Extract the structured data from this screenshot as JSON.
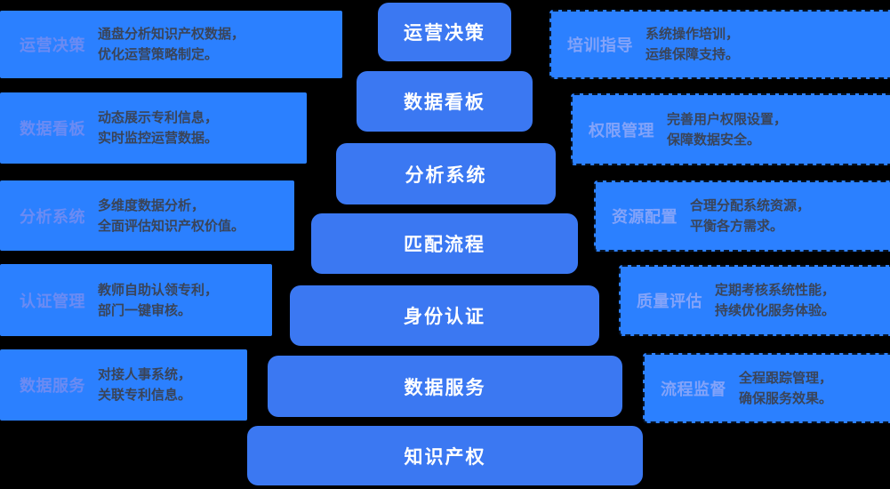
{
  "theme": {
    "bg": "#000000",
    "side_fill": "#2B80FF",
    "center_fill": "#3B78F2",
    "center_text": "#FFFFFF",
    "label_left": "#6B8BF3",
    "label_right": "#83A3F9",
    "body_text": "#3A4458",
    "dash_border": "rgba(0,0,0,0.85)"
  },
  "pyramid": {
    "levels": [
      {
        "label": "运营决策"
      },
      {
        "label": "数据看板"
      },
      {
        "label": "分析系统"
      },
      {
        "label": "匹配流程"
      },
      {
        "label": "身份认证"
      },
      {
        "label": "数据服务"
      },
      {
        "label": "知识产权"
      }
    ]
  },
  "left_panels": [
    {
      "label": "运营决策",
      "line1": "通盘分析知识产权数据，",
      "line2": "优化运营策略制定。"
    },
    {
      "label": "数据看板",
      "line1": "动态展示专利信息，",
      "line2": "实时监控运营数据。"
    },
    {
      "label": "分析系统",
      "line1": "多维度数据分析，",
      "line2": "全面评估知识产权价值。"
    },
    {
      "label": "认证管理",
      "line1": "教师自助认领专利，",
      "line2": "部门一键审核。"
    },
    {
      "label": "数据服务",
      "line1": "对接人事系统，",
      "line2": "关联专利信息。"
    }
  ],
  "right_panels": [
    {
      "label": "培训指导",
      "line1": "系统操作培训，",
      "line2": "运维保障支持。"
    },
    {
      "label": "权限管理",
      "line1": "完善用户权限设置，",
      "line2": "保障数据安全。"
    },
    {
      "label": "资源配置",
      "line1": "合理分配系统资源，",
      "line2": "平衡各方需求。"
    },
    {
      "label": "质量评估",
      "line1": "定期考核系统性能，",
      "line2": "持续优化服务体验。"
    },
    {
      "label": "流程监督",
      "line1": "全程跟踪管理，",
      "line2": "确保服务效果。"
    }
  ]
}
